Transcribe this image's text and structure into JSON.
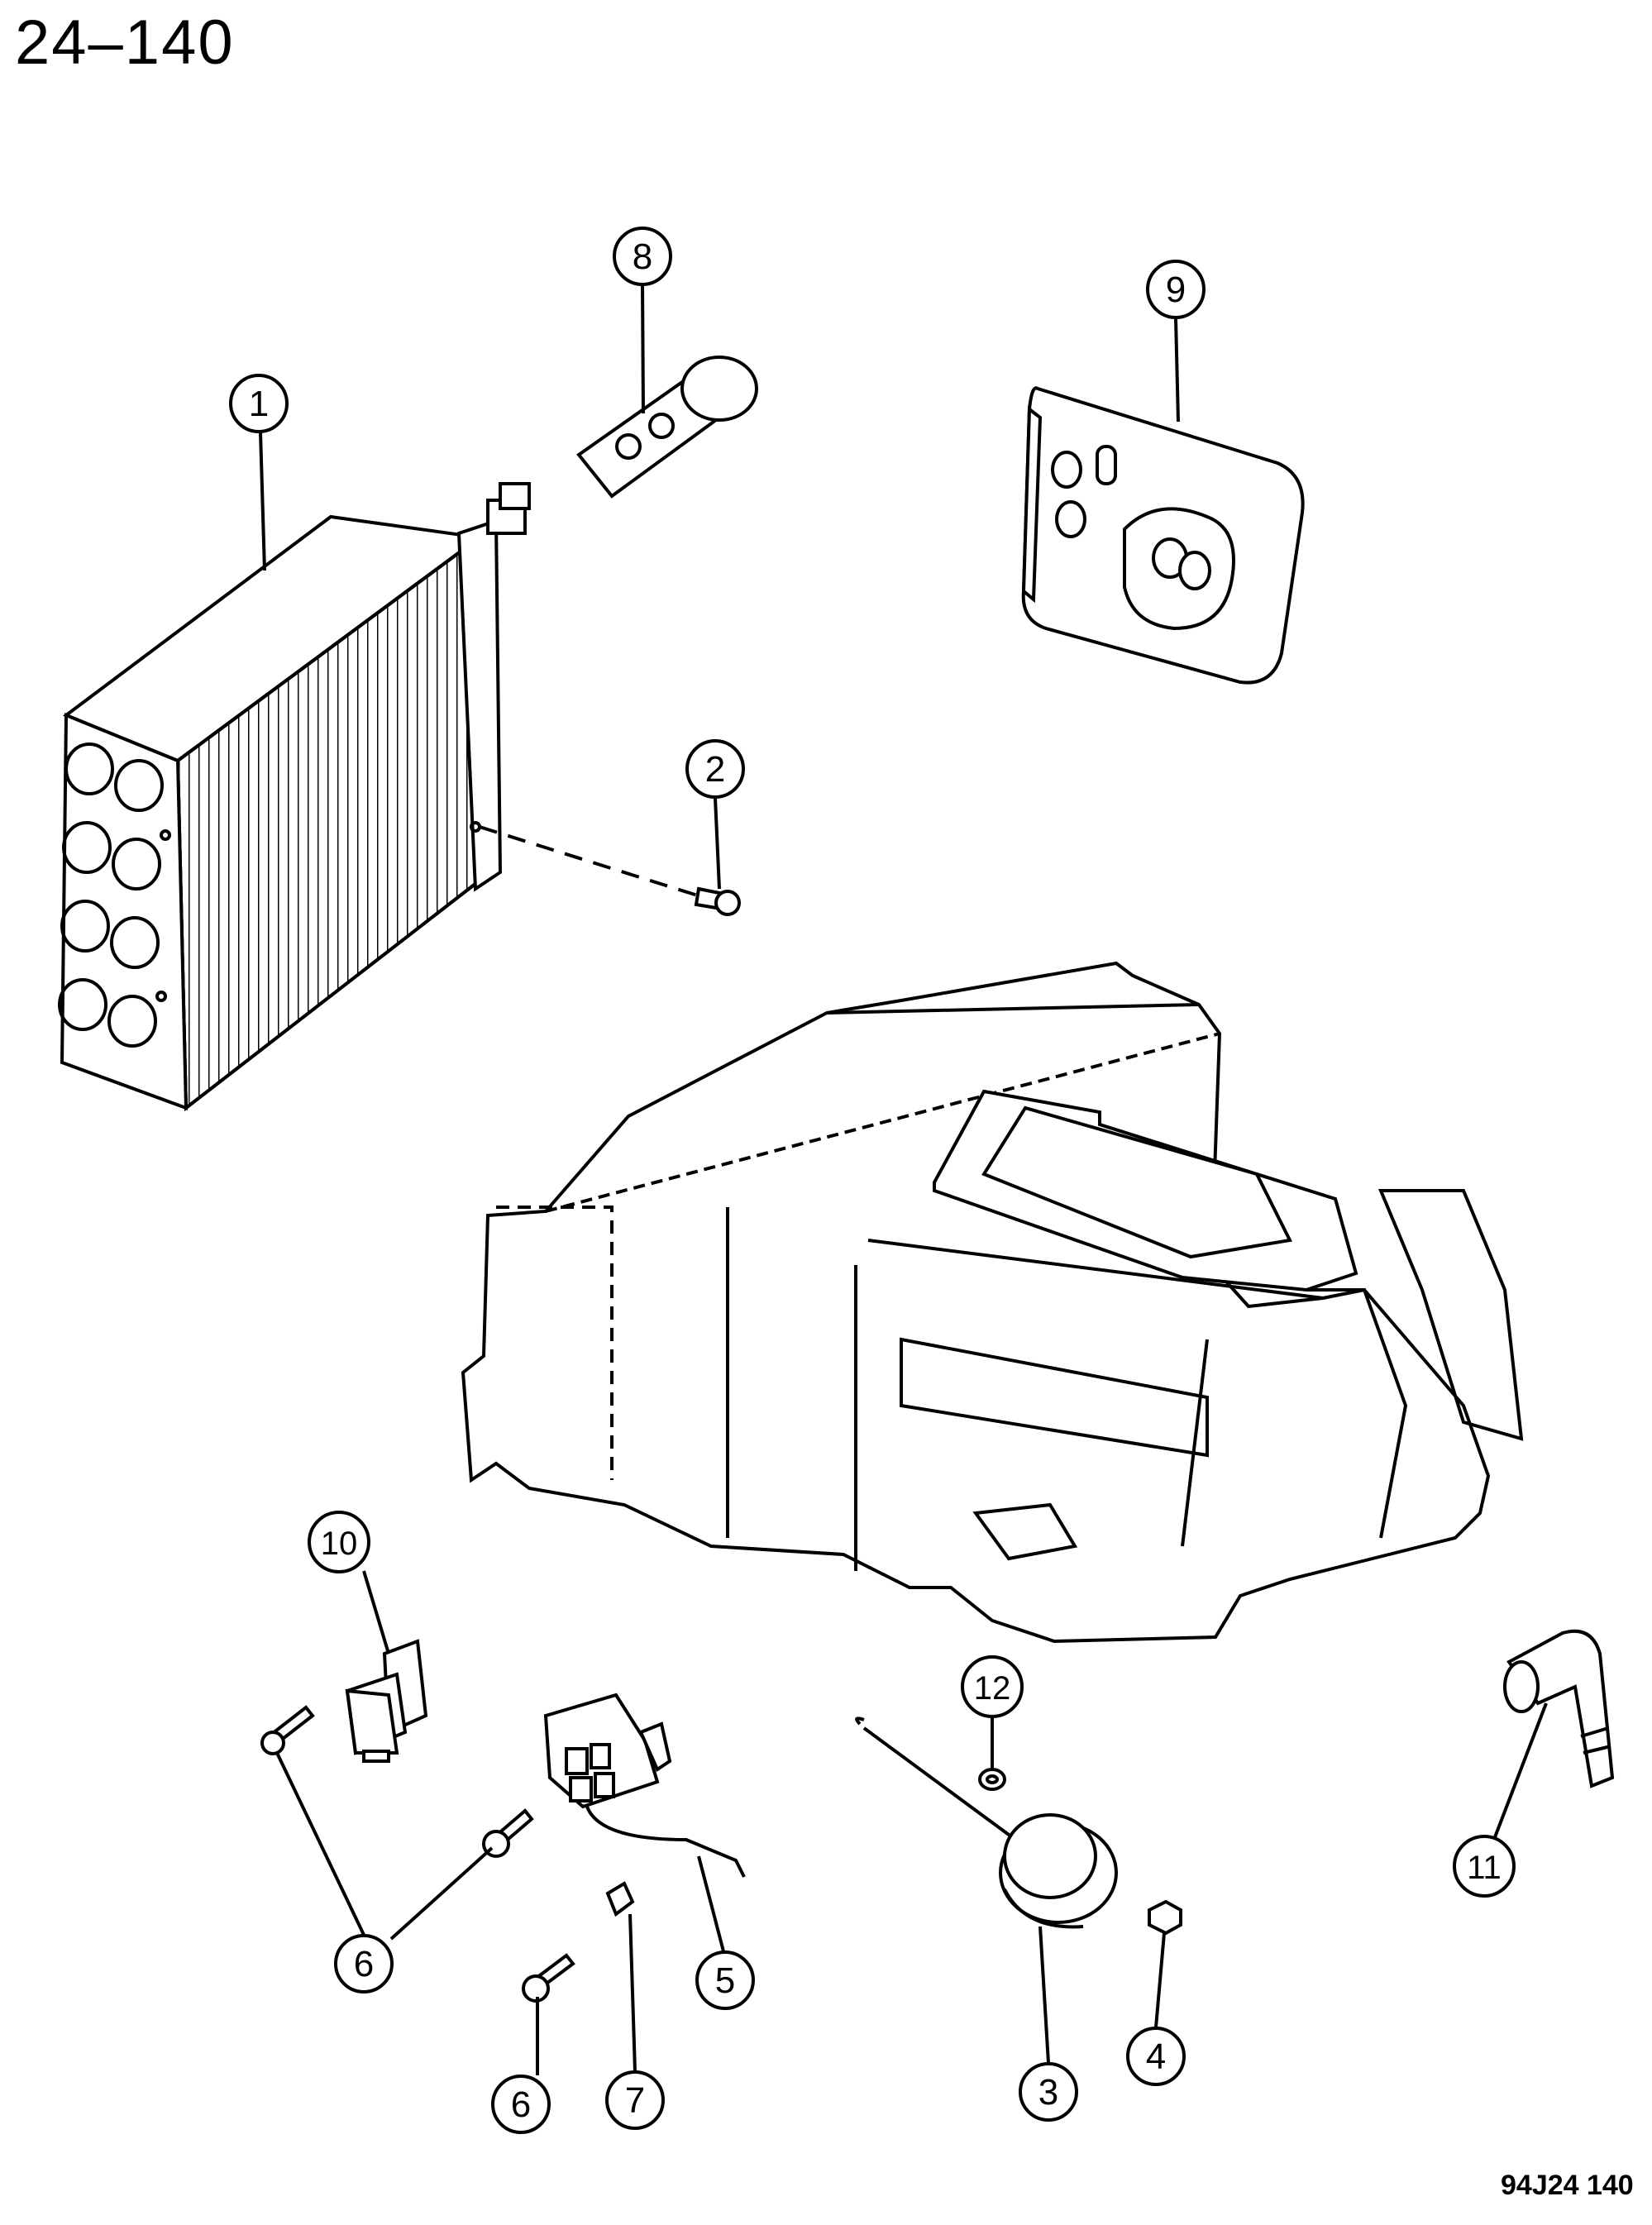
{
  "header": {
    "page_number": "24–140"
  },
  "footer": {
    "figure_code": "94J24  140"
  },
  "callouts": [
    "1",
    "2",
    "3",
    "4",
    "5",
    "6",
    "6",
    "7",
    "8",
    "9",
    "10",
    "11",
    "12"
  ]
}
